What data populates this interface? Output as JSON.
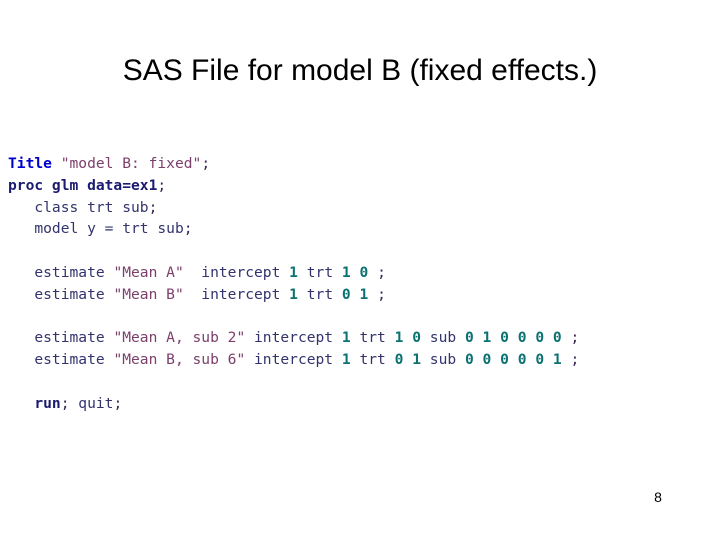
{
  "slide": {
    "title": "SAS File for model B (fixed effects.)",
    "page_number": "8"
  },
  "colors": {
    "background": "#ffffff",
    "title_text": "#000000",
    "keyword": "#0000cc",
    "proc": "#1a1a70",
    "plain": "#33336e",
    "string": "#7b3f6b",
    "number": "#0b7171",
    "semicolon": "#3a2352"
  },
  "code": {
    "language": "SAS",
    "lines": [
      {
        "id": "line-title",
        "indent": "",
        "tokens": [
          {
            "t": "Title",
            "k": "kw"
          },
          {
            "t": " ",
            "k": "plain"
          },
          {
            "t": "\"model B: fixed\"",
            "k": "str"
          },
          {
            "t": ";",
            "k": "semi"
          }
        ]
      },
      {
        "id": "line-proc",
        "indent": "",
        "tokens": [
          {
            "t": "proc glm data=ex1",
            "k": "proc"
          },
          {
            "t": ";",
            "k": "semi"
          }
        ]
      },
      {
        "id": "line-class",
        "indent": "   ",
        "tokens": [
          {
            "t": "class trt sub",
            "k": "plain"
          },
          {
            "t": ";",
            "k": "semi"
          }
        ]
      },
      {
        "id": "line-model",
        "indent": "   ",
        "tokens": [
          {
            "t": "model y = trt sub",
            "k": "plain"
          },
          {
            "t": ";",
            "k": "semi"
          }
        ]
      },
      {
        "id": "line-blank-1",
        "indent": "",
        "tokens": []
      },
      {
        "id": "line-estimate-mean-a",
        "indent": "   ",
        "tokens": [
          {
            "t": "estimate ",
            "k": "plain"
          },
          {
            "t": "\"Mean A\"",
            "k": "str"
          },
          {
            "t": "  intercept ",
            "k": "plain"
          },
          {
            "t": "1",
            "k": "num"
          },
          {
            "t": " trt ",
            "k": "plain"
          },
          {
            "t": "1",
            "k": "num"
          },
          {
            "t": " ",
            "k": "plain"
          },
          {
            "t": "0",
            "k": "num"
          },
          {
            "t": " ",
            "k": "plain"
          },
          {
            "t": ";",
            "k": "semi"
          }
        ]
      },
      {
        "id": "line-estimate-mean-b",
        "indent": "   ",
        "tokens": [
          {
            "t": "estimate ",
            "k": "plain"
          },
          {
            "t": "\"Mean B\"",
            "k": "str"
          },
          {
            "t": "  intercept ",
            "k": "plain"
          },
          {
            "t": "1",
            "k": "num"
          },
          {
            "t": " trt ",
            "k": "plain"
          },
          {
            "t": "0",
            "k": "num"
          },
          {
            "t": " ",
            "k": "plain"
          },
          {
            "t": "1",
            "k": "num"
          },
          {
            "t": " ",
            "k": "plain"
          },
          {
            "t": ";",
            "k": "semi"
          }
        ]
      },
      {
        "id": "line-blank-2",
        "indent": "",
        "tokens": []
      },
      {
        "id": "line-estimate-mean-a-sub-2",
        "indent": "   ",
        "tokens": [
          {
            "t": "estimate ",
            "k": "plain"
          },
          {
            "t": "\"Mean A, sub 2\"",
            "k": "str"
          },
          {
            "t": " intercept ",
            "k": "plain"
          },
          {
            "t": "1",
            "k": "num"
          },
          {
            "t": " trt ",
            "k": "plain"
          },
          {
            "t": "1",
            "k": "num"
          },
          {
            "t": " ",
            "k": "plain"
          },
          {
            "t": "0",
            "k": "num"
          },
          {
            "t": " sub ",
            "k": "plain"
          },
          {
            "t": "0",
            "k": "num"
          },
          {
            "t": " ",
            "k": "plain"
          },
          {
            "t": "1",
            "k": "num"
          },
          {
            "t": " ",
            "k": "plain"
          },
          {
            "t": "0",
            "k": "num"
          },
          {
            "t": " ",
            "k": "plain"
          },
          {
            "t": "0",
            "k": "num"
          },
          {
            "t": " ",
            "k": "plain"
          },
          {
            "t": "0",
            "k": "num"
          },
          {
            "t": " ",
            "k": "plain"
          },
          {
            "t": "0",
            "k": "num"
          },
          {
            "t": " ",
            "k": "plain"
          },
          {
            "t": ";",
            "k": "semi"
          }
        ]
      },
      {
        "id": "line-estimate-mean-b-sub-6",
        "indent": "   ",
        "tokens": [
          {
            "t": "estimate ",
            "k": "plain"
          },
          {
            "t": "\"Mean B, sub 6\"",
            "k": "str"
          },
          {
            "t": " intercept ",
            "k": "plain"
          },
          {
            "t": "1",
            "k": "num"
          },
          {
            "t": " trt ",
            "k": "plain"
          },
          {
            "t": "0",
            "k": "num"
          },
          {
            "t": " ",
            "k": "plain"
          },
          {
            "t": "1",
            "k": "num"
          },
          {
            "t": " sub ",
            "k": "plain"
          },
          {
            "t": "0",
            "k": "num"
          },
          {
            "t": " ",
            "k": "plain"
          },
          {
            "t": "0",
            "k": "num"
          },
          {
            "t": " ",
            "k": "plain"
          },
          {
            "t": "0",
            "k": "num"
          },
          {
            "t": " ",
            "k": "plain"
          },
          {
            "t": "0",
            "k": "num"
          },
          {
            "t": " ",
            "k": "plain"
          },
          {
            "t": "0",
            "k": "num"
          },
          {
            "t": " ",
            "k": "plain"
          },
          {
            "t": "1",
            "k": "num"
          },
          {
            "t": " ",
            "k": "plain"
          },
          {
            "t": ";",
            "k": "semi"
          }
        ]
      },
      {
        "id": "line-blank-3",
        "indent": "",
        "tokens": []
      },
      {
        "id": "line-run-quit",
        "indent": "   ",
        "tokens": [
          {
            "t": "run",
            "k": "run"
          },
          {
            "t": ";",
            "k": "semi"
          },
          {
            "t": " quit",
            "k": "plain"
          },
          {
            "t": ";",
            "k": "semi"
          }
        ]
      }
    ]
  }
}
